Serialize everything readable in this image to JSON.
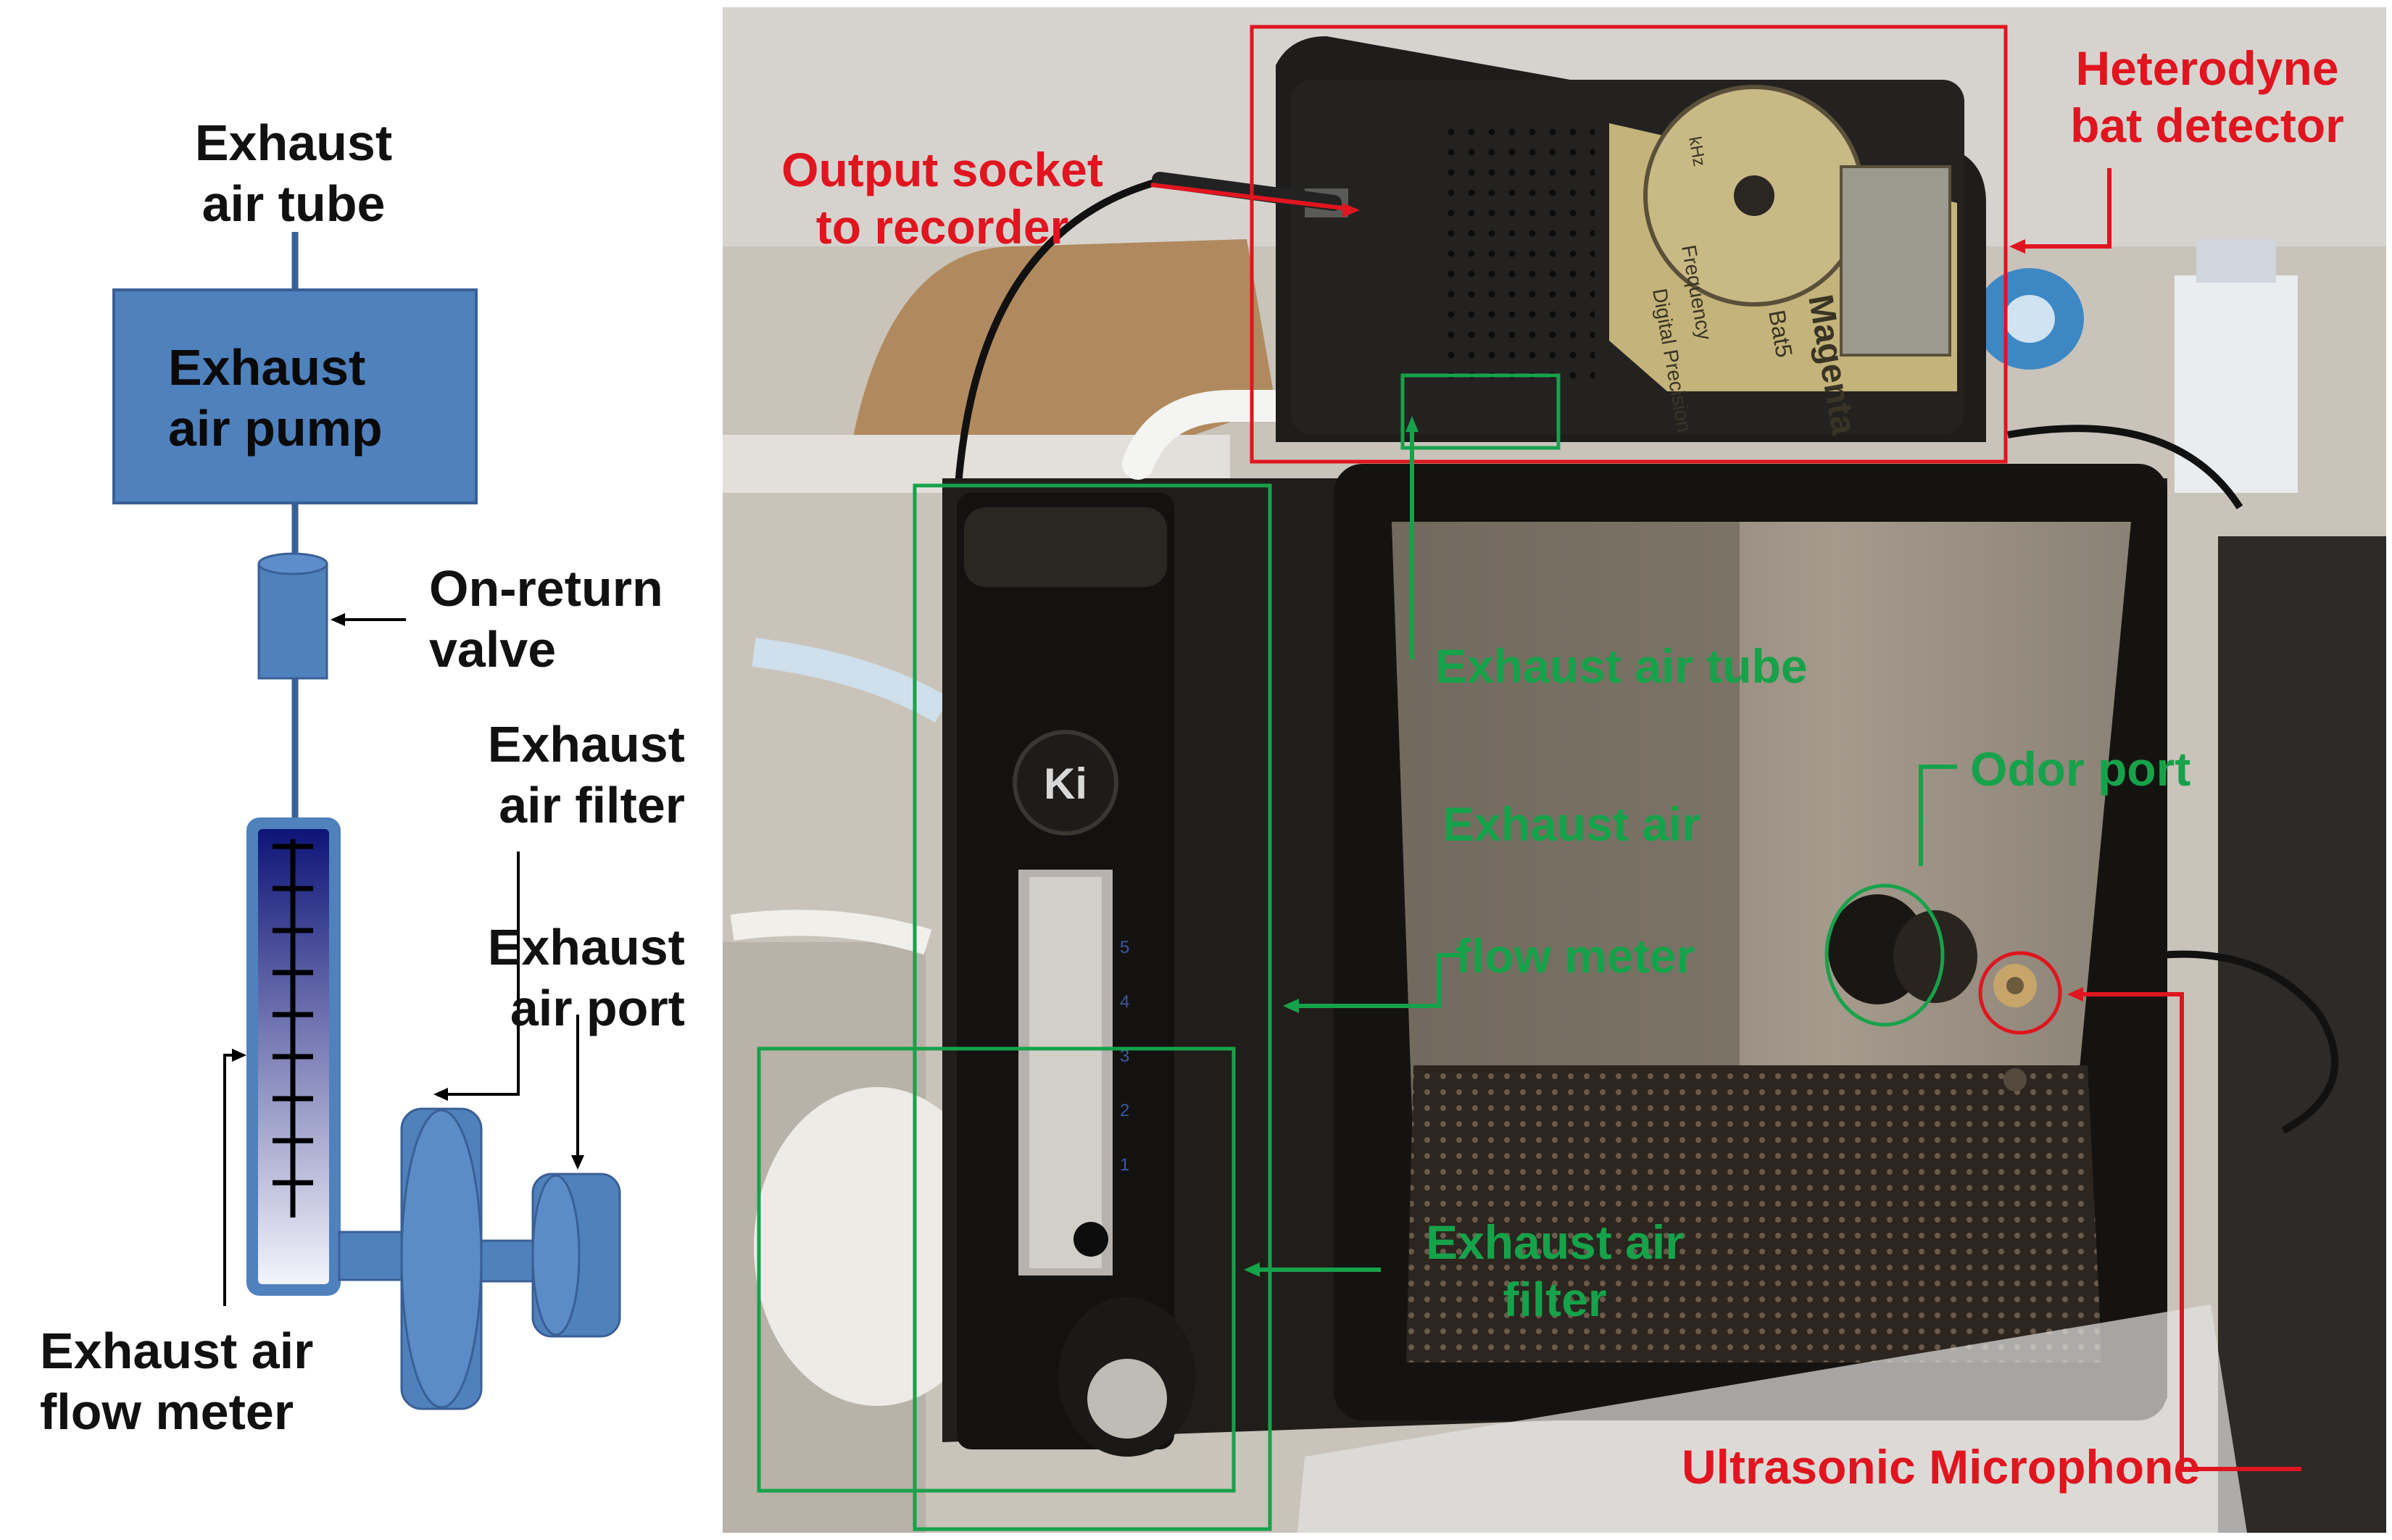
{
  "schematic": {
    "exhaust_air_tube": "Exhaust\nair tube",
    "exhaust_air_pump": "Exhaust\nair pump",
    "non_return_valve": "On-return\nvalve",
    "exhaust_air_filter": "Exhaust\nair filter",
    "exhaust_air_port": "Exhaust\nair port",
    "exhaust_air_flow_meter": "Exhaust air\nflow meter"
  },
  "photo_labels": {
    "output_socket": "Output socket\nto recorder",
    "bat_detector": "Heterodyne\nbat detector",
    "exhaust_air_tube": "Exhaust air tube",
    "odor_port": "Odor port",
    "flow_meter_line1": "Exhaust air",
    "flow_meter_line2": "flow meter",
    "filter": "Exhaust air\nfilter",
    "ultrasonic_microphone": "Ultrasonic Microphone"
  },
  "device_text": {
    "brand": "Magenta",
    "model": "Bat5",
    "maker": "Digital\nPrecision",
    "dial": "Frequency",
    "dial_unit": "kHz",
    "flowmeter_brand": "Ki",
    "scale": [
      "5",
      "4",
      "3",
      "2",
      "1"
    ]
  },
  "colors": {
    "schematic_fill": "#4f81bd",
    "schematic_stroke": "#3a5f95",
    "annotation_red": "#e0151f",
    "annotation_green": "#16a24a"
  }
}
